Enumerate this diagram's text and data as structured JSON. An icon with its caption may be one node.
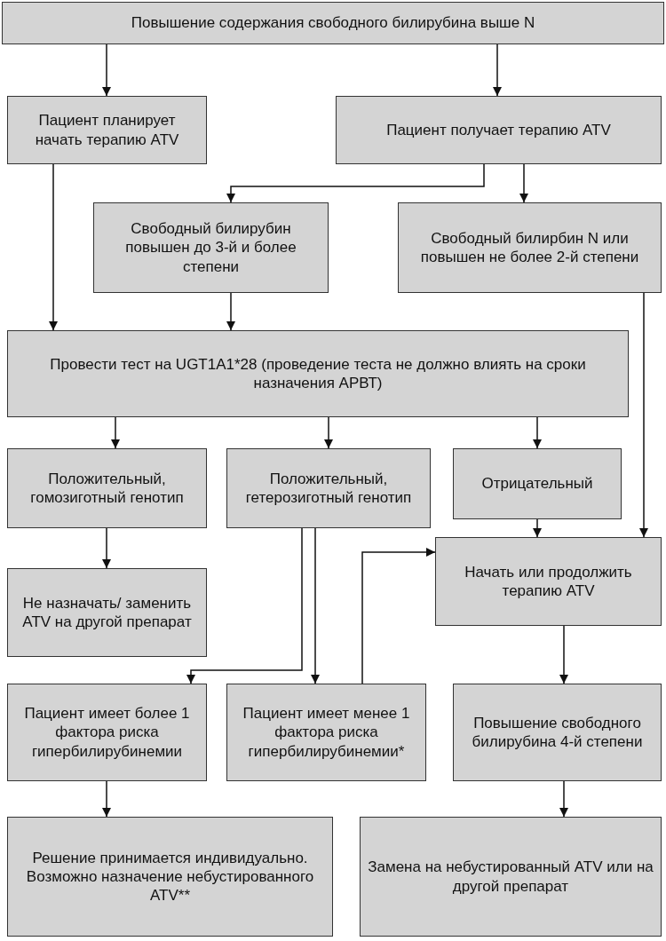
{
  "diagram": {
    "nodes": [
      {
        "text": [
          "Повышение содержания свободного билирубина выше N"
        ]
      },
      {
        "text": [
          "Пациент планирует начать терапию ATV"
        ]
      },
      {
        "text": [
          "Пациент получает терапию ATV"
        ]
      },
      {
        "text": [
          "Свободный билирубин повышен до 3-й и более степени"
        ]
      },
      {
        "text": [
          "Свободный билирбин N или повышен не более 2-й степени"
        ]
      },
      {
        "text": [
          "Провести тест на UGT1A1*28 (проведение теста не должно влиять на сроки назначения АРВТ)"
        ]
      },
      {
        "text": [
          "Положительный, гомозиготный генотип"
        ]
      },
      {
        "text": [
          "Положительный, гетерозиготный генотип"
        ]
      },
      {
        "text": [
          "Отрицательный"
        ]
      },
      {
        "text": [
          "Не назначать/ заменить ATV на другой препарат"
        ]
      },
      {
        "text": [
          "Начать или продолжить терапию ATV"
        ]
      },
      {
        "text": [
          "Пациент имеет более 1 фактора риска гипербилирубинемии"
        ]
      },
      {
        "text": [
          "Пациент имеет менее 1 фактора риска гипербилирубинемии*"
        ]
      },
      {
        "text": [
          "Повышение свободного билирубина 4-й степени"
        ]
      },
      {
        "text": [
          "Решение принимается индивидуально. Возможно назначение небустированного ATV**"
        ]
      },
      {
        "text": [
          "Замена на небустированный ATV или на другой препарат"
        ]
      }
    ],
    "edges": [
      {
        "from": 0,
        "to": 1,
        "arrow": "to"
      },
      {
        "from": 0,
        "to": 2,
        "arrow": "to"
      },
      {
        "from": 2,
        "to": 3,
        "arrow": "to"
      },
      {
        "from": 2,
        "to": 4,
        "arrow": "to"
      },
      {
        "from": 1,
        "to": 5,
        "arrow": "to"
      },
      {
        "from": 3,
        "to": 5,
        "arrow": "to"
      },
      {
        "from": 4,
        "to": 10,
        "arrow": "to"
      },
      {
        "from": 5,
        "to": 6,
        "arrow": "to"
      },
      {
        "from": 5,
        "to": 7,
        "arrow": "to"
      },
      {
        "from": 5,
        "to": 8,
        "arrow": "to"
      },
      {
        "from": 6,
        "to": 9,
        "arrow": "to"
      },
      {
        "from": 8,
        "to": 10,
        "arrow": "to"
      },
      {
        "from": 7,
        "to": 11,
        "arrow": "to"
      },
      {
        "from": 7,
        "to": 12,
        "arrow": "to"
      },
      {
        "from": 12,
        "to": 10,
        "arrow": "to"
      },
      {
        "from": 10,
        "to": 13,
        "arrow": "to"
      },
      {
        "from": 11,
        "to": 14,
        "arrow": "to"
      },
      {
        "from": 13,
        "to": 15,
        "arrow": "to"
      }
    ]
  }
}
